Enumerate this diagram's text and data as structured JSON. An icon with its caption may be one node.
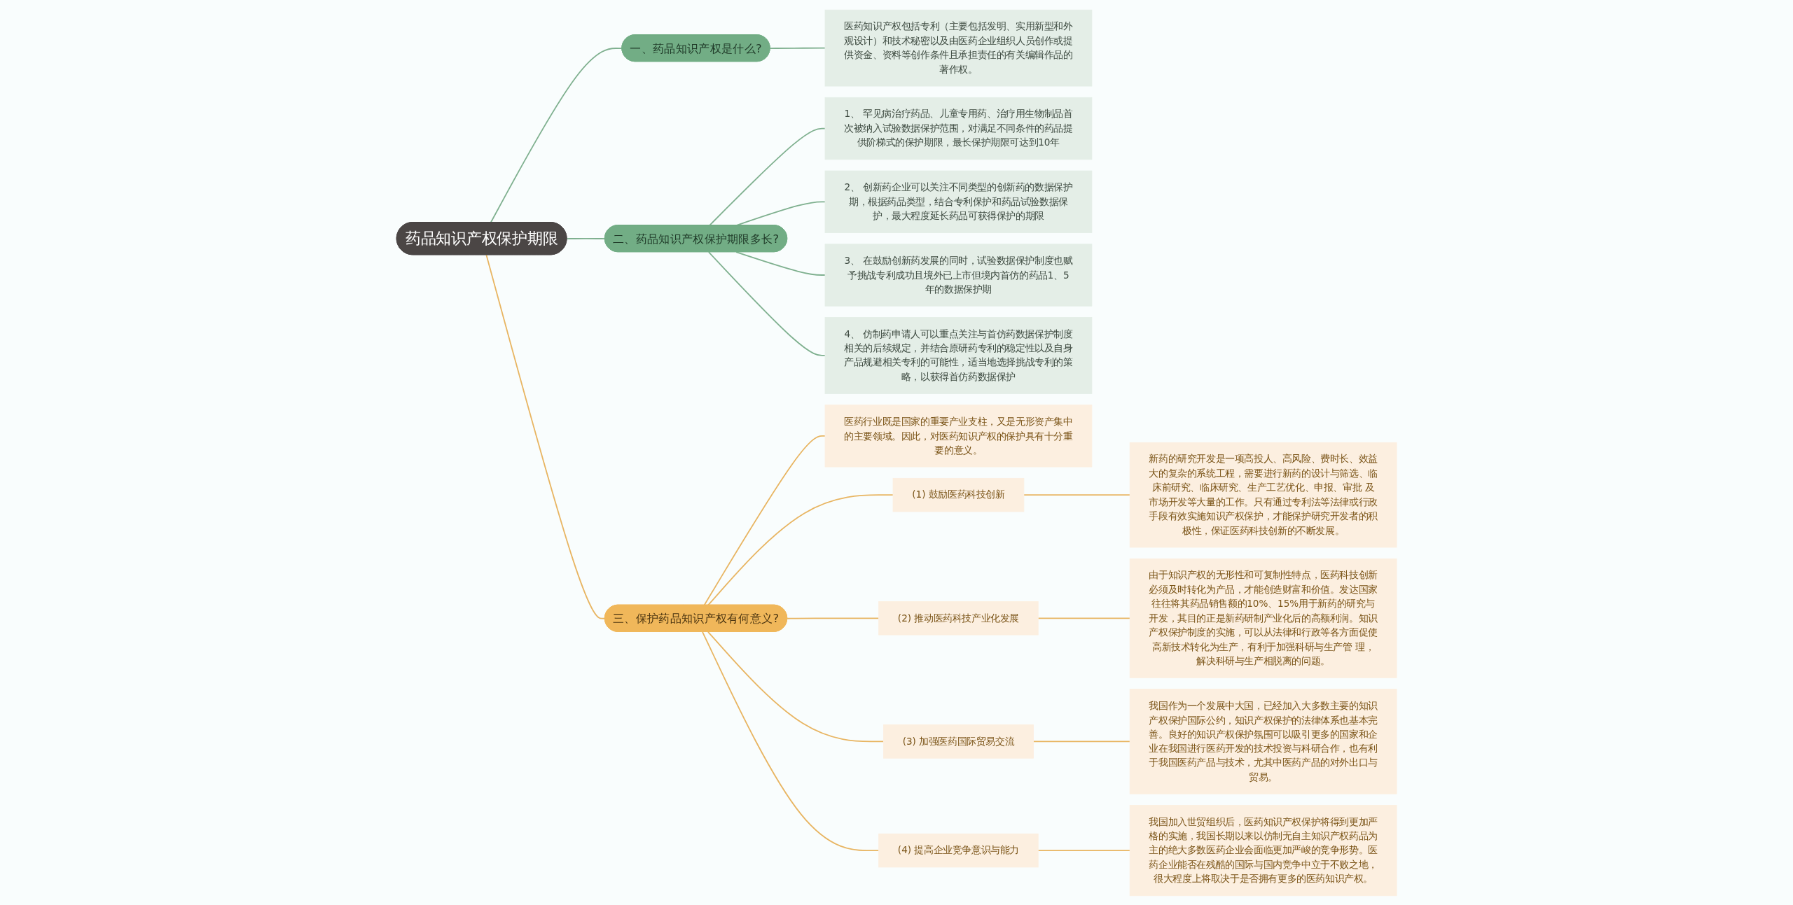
{
  "diagram": {
    "nodes": [
      {
        "text": [
          "药品知识产权保护期限"
        ]
      },
      {
        "text": [
          "一、药品知识产权是什么?"
        ]
      },
      {
        "text": [
          "医药知识产权包括专利（主要包括发明、实用新型和外观设计）和技术秘密以及由医药企业组织人员创作或提供资金、资料等创作条件且承担责任的有关编辑作品的著作权。"
        ]
      },
      {
        "text": [
          "二、药品知识产权保护期限多长?"
        ]
      },
      {
        "text": [
          "1、 罕见病治疗药品、儿童专用药、治疗用生物制品首次被纳入试验数据保护范围，对满足不同条件的药品提供阶梯式的保护期限，最长保护期限可达到10年"
        ]
      },
      {
        "text": [
          "2、 创新药企业可以关注不同类型的创新药的数据保护期，根据药品类型，结合专利保护和药品试验数据保护，最大程度延长药品可获得保护的期限"
        ]
      },
      {
        "text": [
          "3、 在鼓励创新药发展的同时，试验数据保护制度也赋予挑战专利成功且境外已上市但境内首仿的药品1、5年的数据保护期"
        ]
      },
      {
        "text": [
          "4、 仿制药申请人可以重点关注与首仿药数据保护制度相关的后续规定，并结合原研药专利的稳定性以及自身产品规避相关专利的可能性，适当地选择挑战专利的策略，以获得首仿药数据保护"
        ]
      },
      {
        "text": [
          "三、保护药品知识产权有何意义?"
        ]
      },
      {
        "text": [
          "医药行业既是国家的重要产业支柱，又是无形资产集中的主要领域。因此，对医药知识产权的保护具有十分重要的意义。"
        ]
      },
      {
        "text": [
          "(1) 鼓励医药科技创新"
        ]
      },
      {
        "text": [
          "新药的研究开发是一项高投人、高风险、费时长、效益大的复杂的系统工程，需要进行新药的设计与筛选、临床前研究、临床研究、生产工艺优化、申报、审批 及市场开发等大量的工作。只有通过专利法等法律或行政手段有效实施知识产权保护，才能保护研究开发者的积极性，保证医药科技创新的不断发展。"
        ]
      },
      {
        "text": [
          "(2) 推动医药科技产业化发展"
        ]
      },
      {
        "text": [
          "由于知识产权的无形性和可复制性特点，医药科技创新必须及时转化为产品，才能创造财富和价值。发达国家往往将其药品销售额的10%、15%用于新药的研究与开发，其目的正是新药研制产业化后的高额利润。知识产权保护制度的实施，可以从法律和行政等各方面促使高新技术转化为生产，有利于加强科研与生产管 理，解决科研与生产相脱离的问题。"
        ]
      },
      {
        "text": [
          "(3) 加强医药国际贸易交流"
        ]
      },
      {
        "text": [
          "我国作为一个发展中大国，已经加入大多数主要的知识产权保护国际公约，知识产权保护的法律体系也基本完善。良好的知识产权保护氛围可以吸引更多的国家和企业在我国进行医药开发的技术投资与科研合作，也有利于我国医药产品与技术，尤其中医药产品的对外出口与贸易。"
        ]
      },
      {
        "text": [
          "(4) 提高企业竞争意识与能力"
        ]
      },
      {
        "text": [
          "我国加入世贸组织后，医药知识产权保护将得到更加严格的实施，我国长期以来以仿制无自主知识产权药品为主的绝大多数医药企业会面临更加严峻的竞争形势。医药企业能否在残酷的国际与国内竞争中立于不败之地，很大程度上将取决于是否拥有更多的医药知识产权。"
        ]
      }
    ],
    "edges": [
      {
        "from": 0,
        "to": 1,
        "arrow": "none",
        "color": "#7fb08f"
      },
      {
        "from": 1,
        "to": 2,
        "arrow": "none",
        "color": "#7fb08f"
      },
      {
        "from": 0,
        "to": 3,
        "arrow": "none",
        "color": "#7fb08f"
      },
      {
        "from": 3,
        "to": 4,
        "arrow": "none",
        "color": "#7fb08f"
      },
      {
        "from": 3,
        "to": 5,
        "arrow": "none",
        "color": "#7fb08f"
      },
      {
        "from": 3,
        "to": 6,
        "arrow": "none",
        "color": "#7fb08f"
      },
      {
        "from": 3,
        "to": 7,
        "arrow": "none",
        "color": "#7fb08f"
      },
      {
        "from": 0,
        "to": 8,
        "arrow": "none"
      },
      {
        "from": 8,
        "to": 9,
        "arrow": "none"
      },
      {
        "from": 8,
        "to": 10,
        "arrow": "none"
      },
      {
        "from": 8,
        "to": 12,
        "arrow": "none"
      },
      {
        "from": 8,
        "to": 14,
        "arrow": "none"
      },
      {
        "from": 8,
        "to": 16,
        "arrow": "none"
      },
      {
        "from": 10,
        "to": 11,
        "arrow": "none"
      },
      {
        "from": 12,
        "to": 13,
        "arrow": "none"
      },
      {
        "from": 14,
        "to": 15,
        "arrow": "none"
      },
      {
        "from": 16,
        "to": 17,
        "arrow": "none"
      }
    ]
  }
}
